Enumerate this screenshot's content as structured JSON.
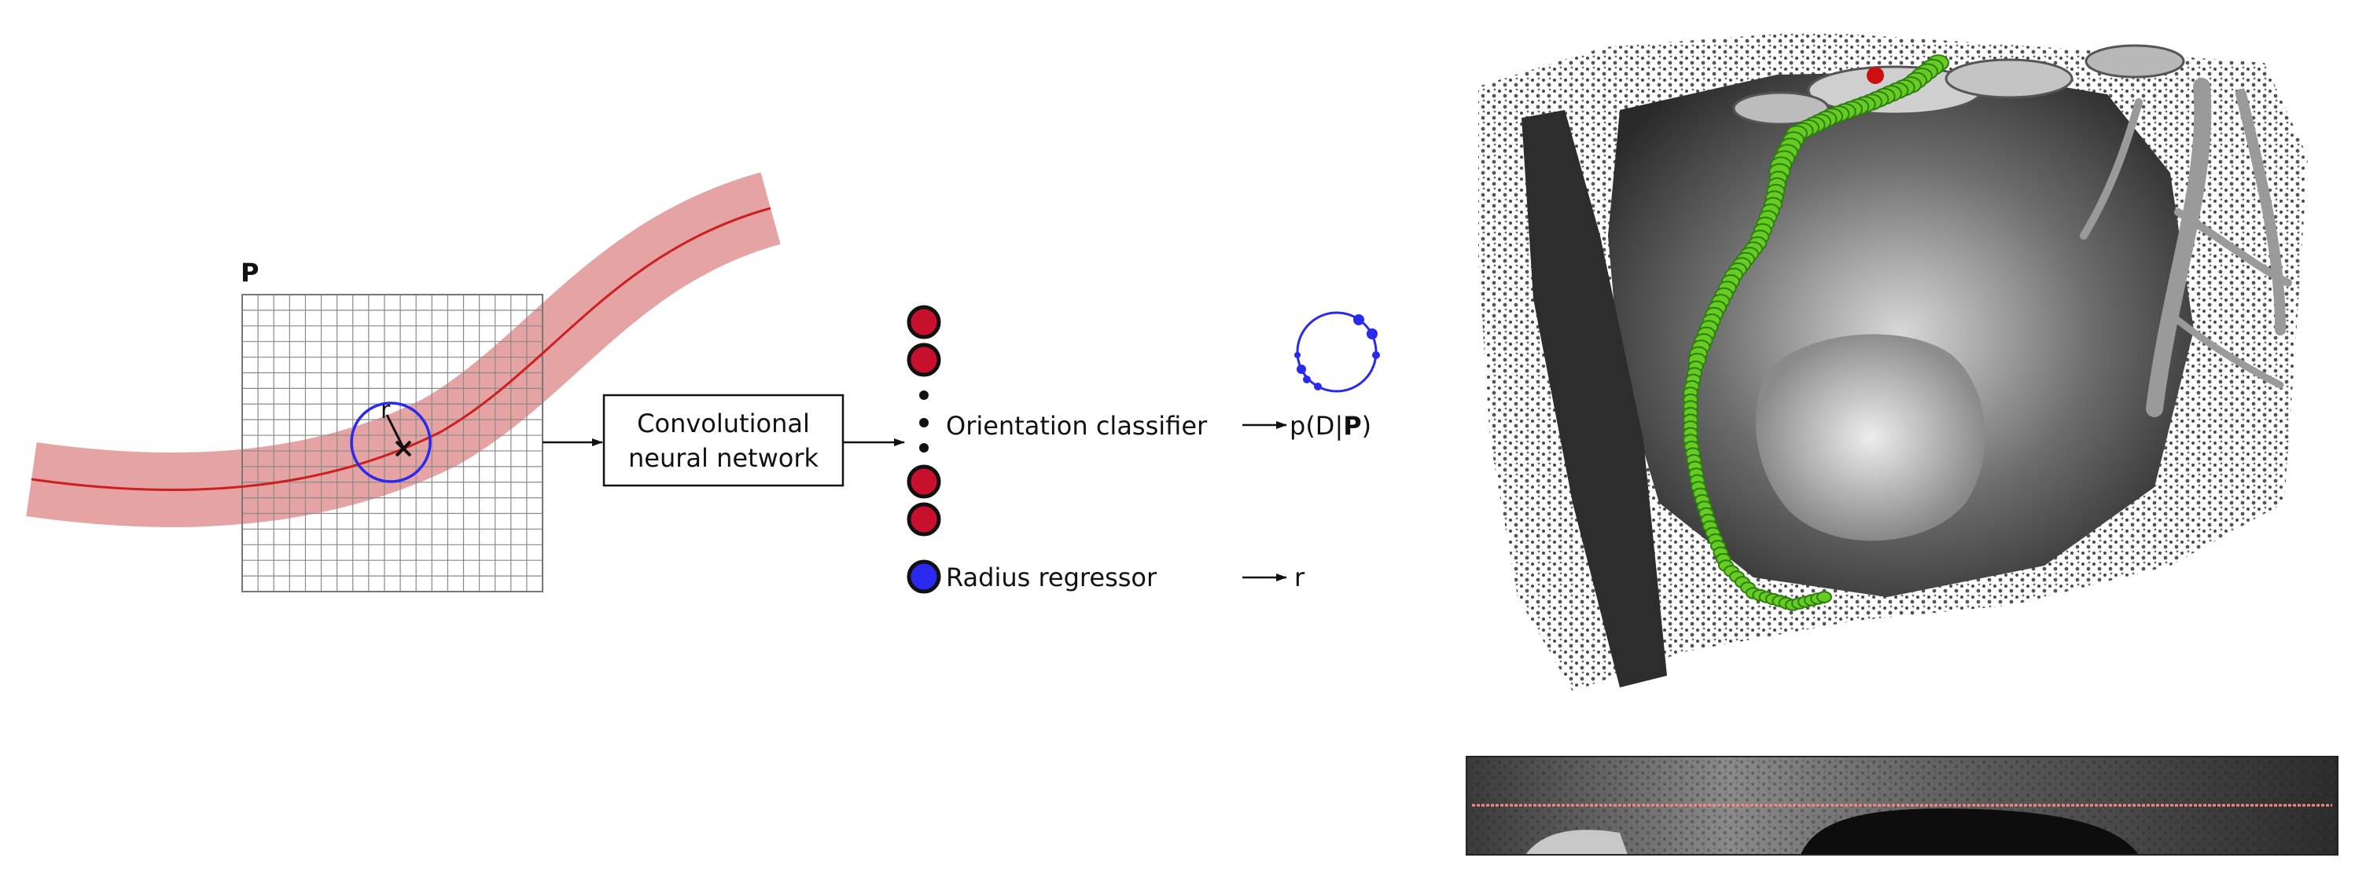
{
  "patch": {
    "label": "P",
    "radius_label": "r"
  },
  "network": {
    "line1": "Convolutional",
    "line2": "neural network"
  },
  "outputs": {
    "classifier_label": "Orientation classifier",
    "classifier_result_prefix": "p(D|",
    "classifier_result_bold": "P",
    "classifier_result_suffix": ")",
    "regressor_label": "Radius regressor",
    "regressor_result": "r"
  },
  "colors": {
    "vessel_band": "#e6a3a3",
    "centerline": "#cc1f1f",
    "node_red": "#c8102e",
    "node_blue": "#2a2aee",
    "tracked_vessel": "#66cc22"
  }
}
